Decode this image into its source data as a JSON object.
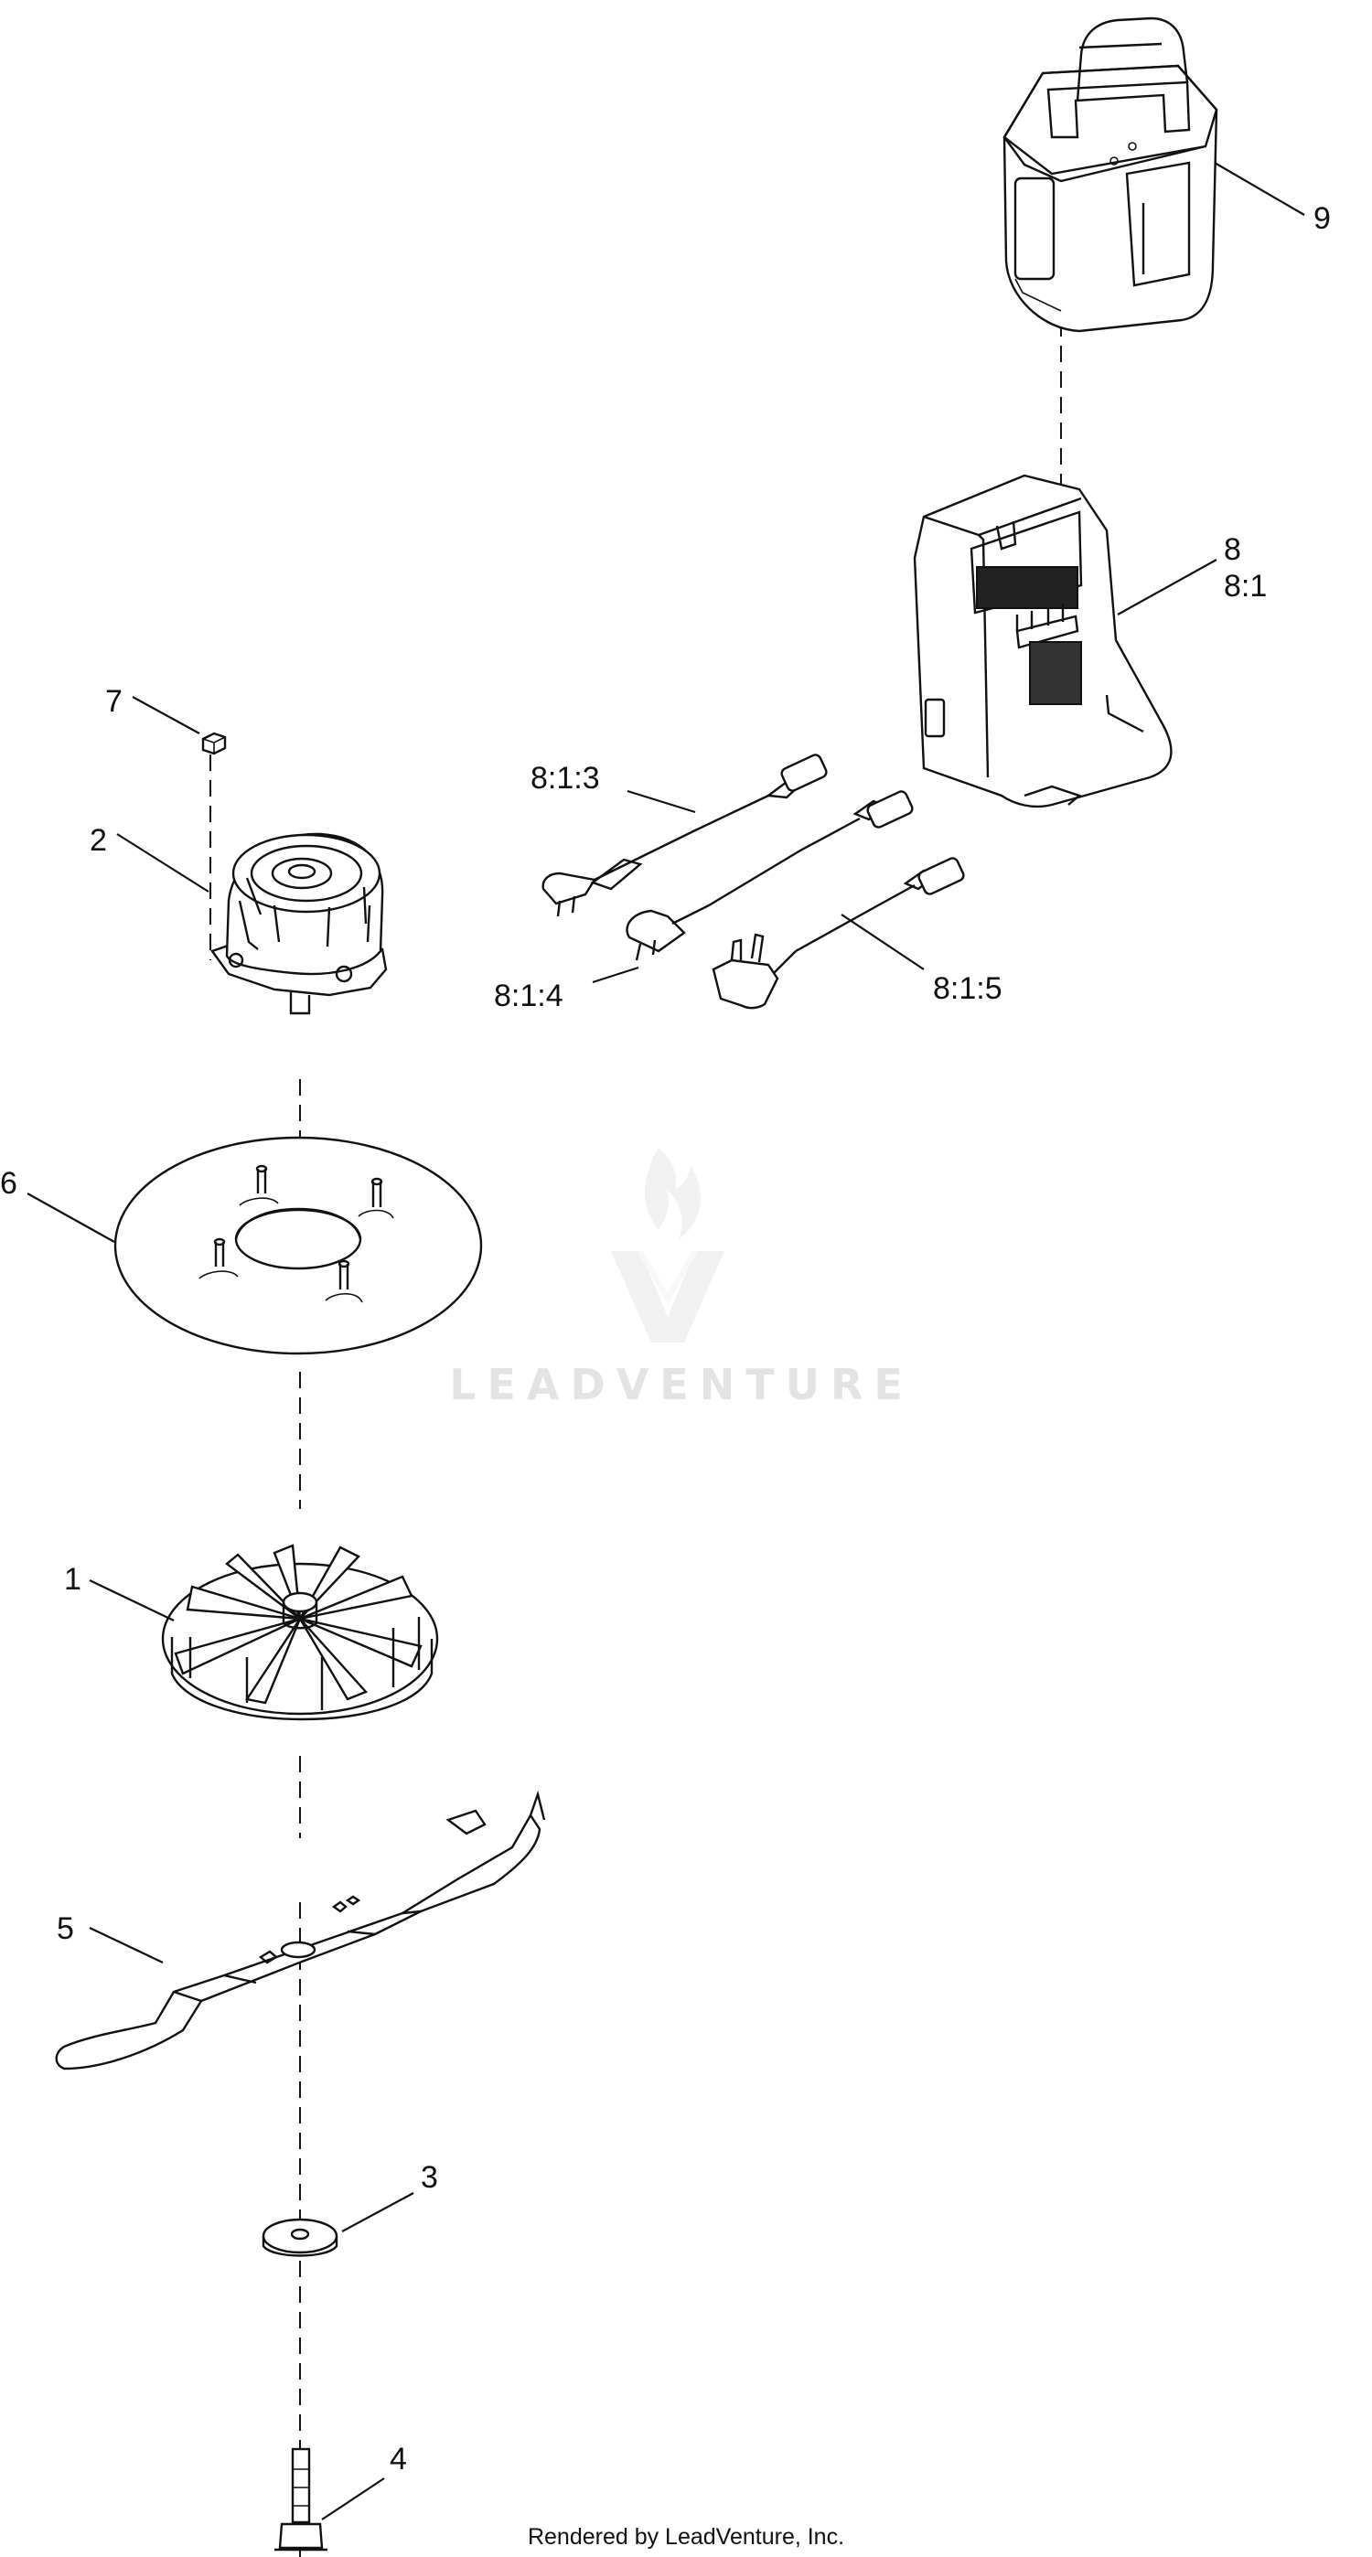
{
  "labels": {
    "p1": "1",
    "p2": "2",
    "p3": "3",
    "p4": "4",
    "p5": "5",
    "p6": "6",
    "p7": "7",
    "p8": "8",
    "p8_1": "8:1",
    "p8_1_3": "8:1:3",
    "p8_1_4": "8:1:4",
    "p8_1_5": "8:1:5",
    "p9": "9"
  },
  "watermark": "LEADVENTURE",
  "footer": "Rendered by LeadVenture, Inc.",
  "icons": [
    "battery-pack",
    "battery-charger",
    "power-cord-au",
    "power-cord-eu",
    "power-cord-uk",
    "hex-nut",
    "motor",
    "deck-shield",
    "fan",
    "blade",
    "washer",
    "blade-bolt",
    "leadventure-logo"
  ]
}
